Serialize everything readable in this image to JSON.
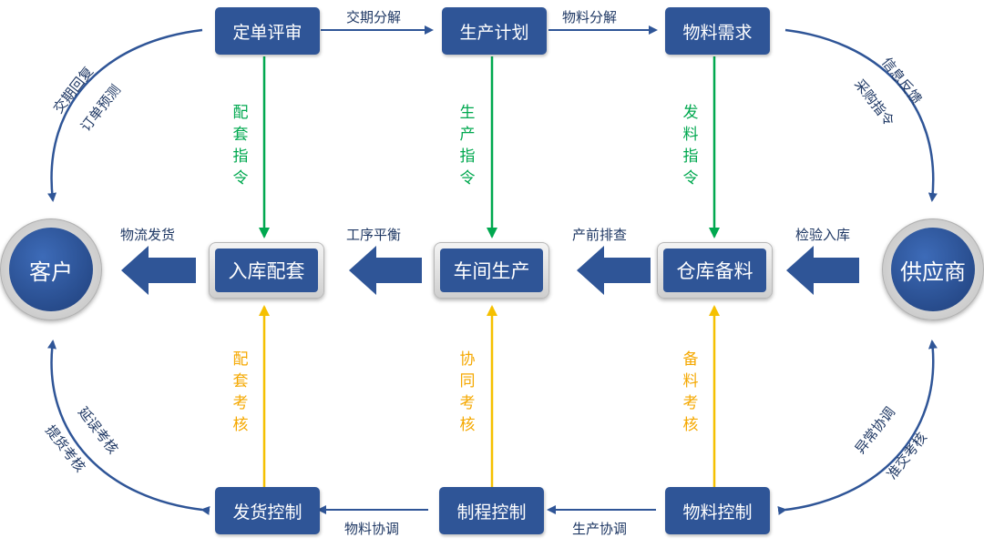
{
  "colors": {
    "box": "#2f5597",
    "green": "#00a84f",
    "yellow": "#f5c000",
    "text": "#1f3864"
  },
  "nodes": {
    "order_review": "定单评审",
    "production_plan": "生产计划",
    "material_demand": "物料需求",
    "customer": "客户",
    "warehouse_kitting": "入库配套",
    "workshop_production": "车间生产",
    "stock_preparation": "仓库备料",
    "supplier": "供应商",
    "delivery_control": "发货控制",
    "process_control": "制程控制",
    "material_control": "物料控制"
  },
  "top_edges": {
    "delivery_breakdown": "交期分解",
    "material_breakdown": "物料分解"
  },
  "middle_edges": {
    "logistics_shipping": "物流发货",
    "process_balance": "工序平衡",
    "pre_production_check": "产前排查",
    "inspection_storage": "检验入库"
  },
  "bottom_edges": {
    "material_coordination": "物料协调",
    "production_coordination": "生产协调"
  },
  "vertical_labels": {
    "kitting_instruction": "配套指令",
    "production_instruction": "生产指令",
    "issue_instruction": "发料指令",
    "kitting_assessment": "配套考核",
    "collaboration_assessment": "协同考核",
    "preparation_assessment": "备料考核"
  },
  "arc_labels": {
    "delivery_reply": "交期回复",
    "order_forecast": "订单预测",
    "info_feedback": "信息反馈",
    "purchase_instruction": "采购指令",
    "delay_assessment": "延误考核",
    "pickup_assessment": "提货考核",
    "exception_coordination": "异常协调",
    "on_time_assessment": "准交考核"
  }
}
